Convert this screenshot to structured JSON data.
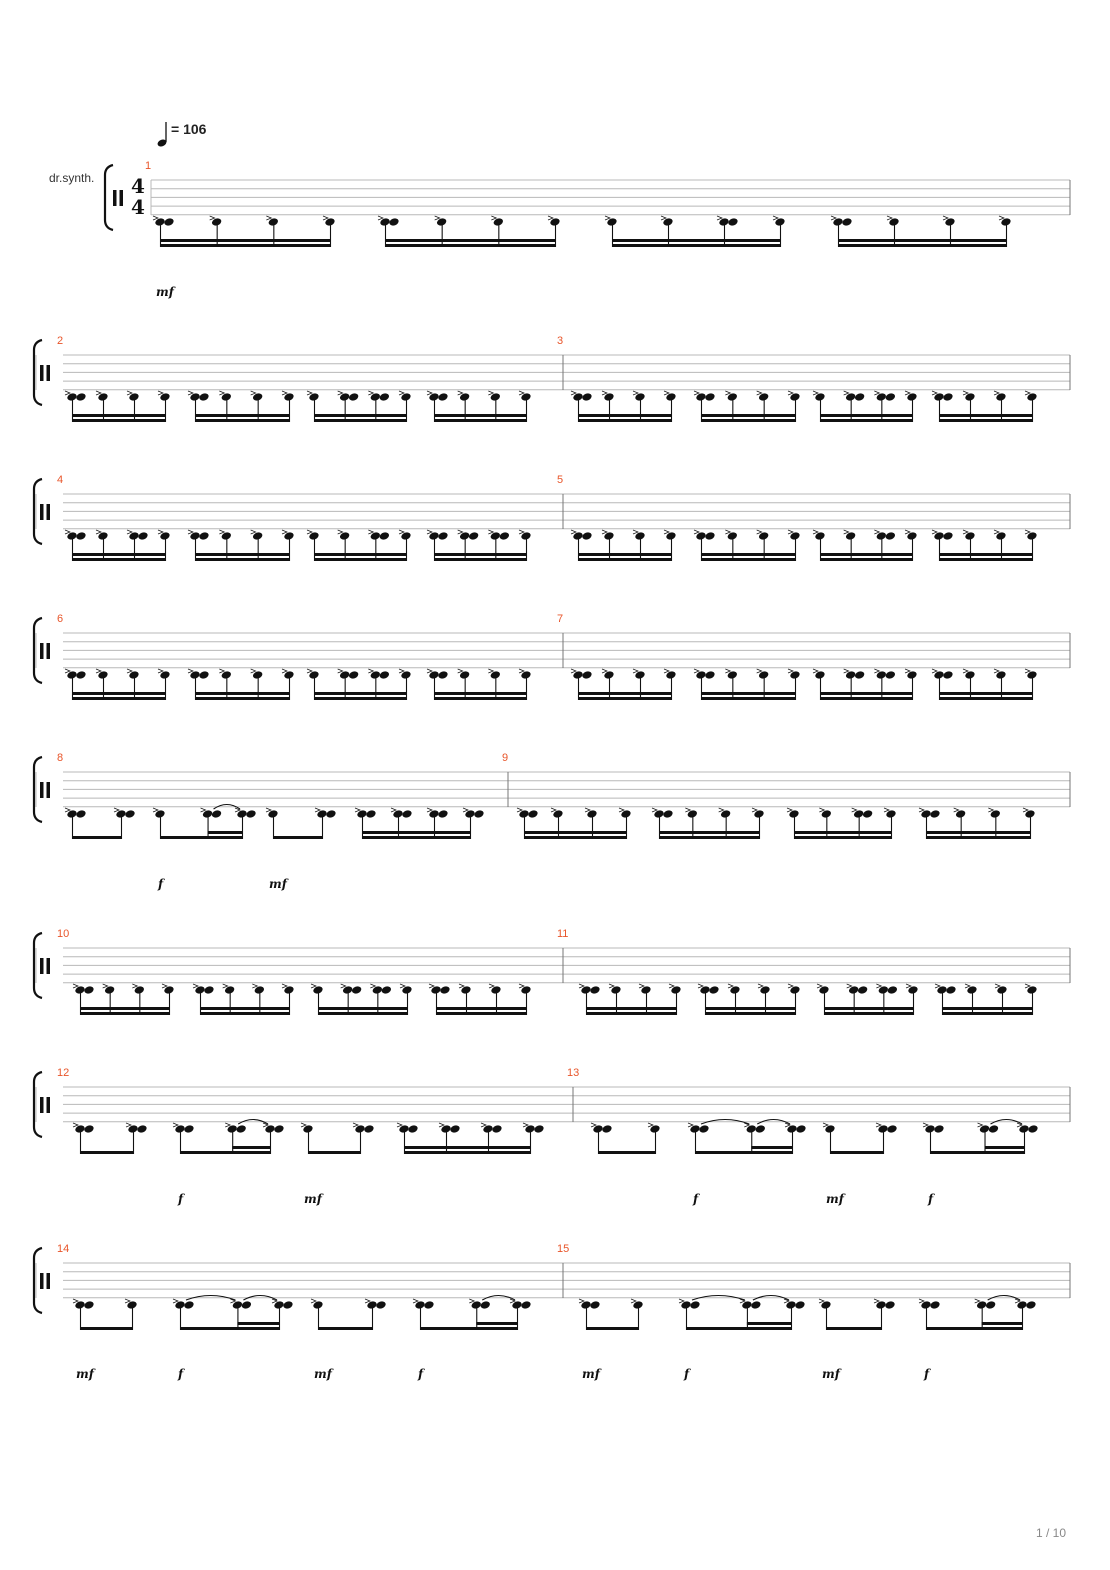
{
  "score": {
    "instrument": "dr.synth.",
    "tempo": {
      "symbol": "quarter-note",
      "bpm": "= 106"
    },
    "time_signature": {
      "numerator": "4",
      "denominator": "4"
    },
    "page_number": "1 / 10",
    "colors": {
      "measure_number": "#e8552a",
      "staff_line": "#b8b8b8",
      "notation": "#111111"
    },
    "systems": [
      {
        "measures": [
          {
            "number": "1",
            "beats": [
              "DPPP",
              "DPPP",
              "PPDP",
              "DPPP"
            ]
          }
        ],
        "dynamics": [
          {
            "measure": 0,
            "beat": 0,
            "text": "mf"
          }
        ]
      },
      {
        "measures": [
          {
            "number": "2",
            "beats": [
              "DPPP",
              "DPPP",
              "PDDP",
              "DPPP"
            ]
          },
          {
            "number": "3",
            "beats": [
              "DPPP",
              "DPPP",
              "PDDP",
              "DPPP"
            ]
          }
        ],
        "dynamics": []
      },
      {
        "measures": [
          {
            "number": "4",
            "beats": [
              "DPDP",
              "DPPP",
              "PPDP",
              "DDDP"
            ]
          },
          {
            "number": "5",
            "beats": [
              "DPPP",
              "DPPP",
              "PPDP",
              "DPPP"
            ]
          }
        ],
        "dynamics": []
      },
      {
        "measures": [
          {
            "number": "6",
            "beats": [
              "DPPP",
              "DPPP",
              "PDDP",
              "DPPP"
            ]
          },
          {
            "number": "7",
            "beats": [
              "DPPP",
              "DPPP",
              "PDDP",
              "DPPP"
            ]
          }
        ],
        "dynamics": []
      },
      {
        "measures": [
          {
            "number": "8",
            "beats": [
              "DD",
              "P-DD",
              "PD",
              "DDDD"
            ],
            "ties": [
              1
            ]
          },
          {
            "number": "9",
            "beats": [
              "DPPP",
              "DPPP",
              "PPDP",
              "DPPP"
            ]
          }
        ],
        "dynamics": [
          {
            "measure": 0,
            "beat": 1,
            "text": "f"
          },
          {
            "measure": 0,
            "beat": 2,
            "text": "mf"
          }
        ]
      },
      {
        "measures": [
          {
            "number": "10",
            "beats": [
              "DPPP",
              "DPPP",
              "PDDP",
              "DPPP"
            ]
          },
          {
            "number": "11",
            "beats": [
              "DPPP",
              "DPPP",
              "PDDP",
              "DPPP"
            ]
          }
        ],
        "dynamics": []
      },
      {
        "measures": [
          {
            "number": "12",
            "beats": [
              "DD",
              "D-DD",
              "PD",
              "DDDD"
            ],
            "ties": [
              1
            ]
          },
          {
            "number": "13",
            "beats": [
              "DP",
              "D-DD",
              "PD",
              "D-DD"
            ],
            "ties": [
              1,
              3
            ],
            "ties_double": [
              1
            ]
          }
        ],
        "dynamics": [
          {
            "measure": 0,
            "beat": 1,
            "text": "f"
          },
          {
            "measure": 0,
            "beat": 2,
            "text": "mf"
          },
          {
            "measure": 1,
            "beat": 1,
            "text": "f"
          },
          {
            "measure": 1,
            "beat": 2,
            "text": "mf"
          },
          {
            "measure": 1,
            "beat": 3,
            "text": "f"
          }
        ]
      },
      {
        "measures": [
          {
            "number": "14",
            "beats": [
              "DP",
              "D-DD",
              "PD",
              "D-DD"
            ],
            "ties": [
              1,
              3
            ],
            "ties_double": [
              1
            ]
          },
          {
            "number": "15",
            "beats": [
              "DP",
              "D-DD",
              "PD",
              "D-DD"
            ],
            "ties": [
              1,
              3
            ],
            "ties_double": [
              1
            ]
          }
        ],
        "dynamics": [
          {
            "measure": 0,
            "beat": 0,
            "text": "mf"
          },
          {
            "measure": 0,
            "beat": 1,
            "text": "f"
          },
          {
            "measure": 0,
            "beat": 2,
            "text": "mf"
          },
          {
            "measure": 0,
            "beat": 3,
            "text": "f"
          },
          {
            "measure": 1,
            "beat": 0,
            "text": "mf"
          },
          {
            "measure": 1,
            "beat": 1,
            "text": "f"
          },
          {
            "measure": 1,
            "beat": 2,
            "text": "mf"
          },
          {
            "measure": 1,
            "beat": 3,
            "text": "f"
          }
        ]
      }
    ]
  }
}
